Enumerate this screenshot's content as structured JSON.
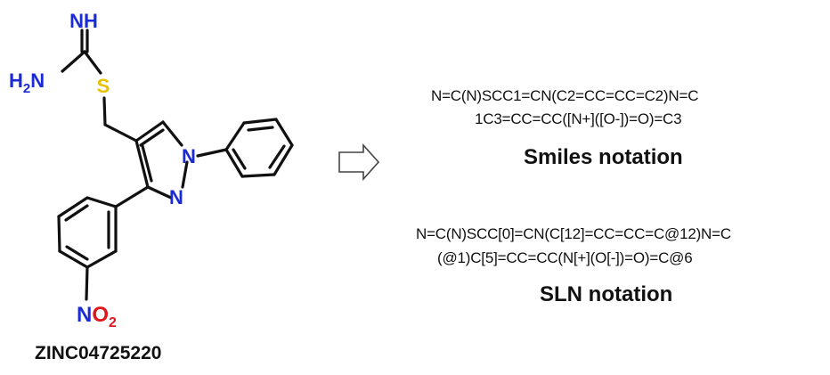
{
  "molecule": {
    "atoms": {
      "nh": "NH",
      "h2n_h": "H",
      "h2n_sub": "2",
      "h2n_n": "N",
      "s": "S",
      "n1": "N",
      "n2": "N",
      "no2_n": "N",
      "no2_o": "O",
      "no2_sub": "2"
    },
    "id": "ZINC04725220"
  },
  "smiles": {
    "line1": "N=C(N)SCC1=CN(C2=CC=CC=C2)N=C",
    "line2": "1C3=CC=CC([N+]([O-])=O)=C3",
    "caption": "Smiles notation"
  },
  "sln": {
    "line1": "N=C(N)SCC[0]=CN(C[12]=CC=CC=C@12)N=C",
    "line2": "(@1)C[5]=CC=CC(N[+](O[-])=O)=C@6",
    "caption": "SLN notation"
  },
  "colors": {
    "nitrogen": "#1a2bd6",
    "sulfur": "#e8c200",
    "oxygen": "#e0161b",
    "bond": "#111111"
  }
}
